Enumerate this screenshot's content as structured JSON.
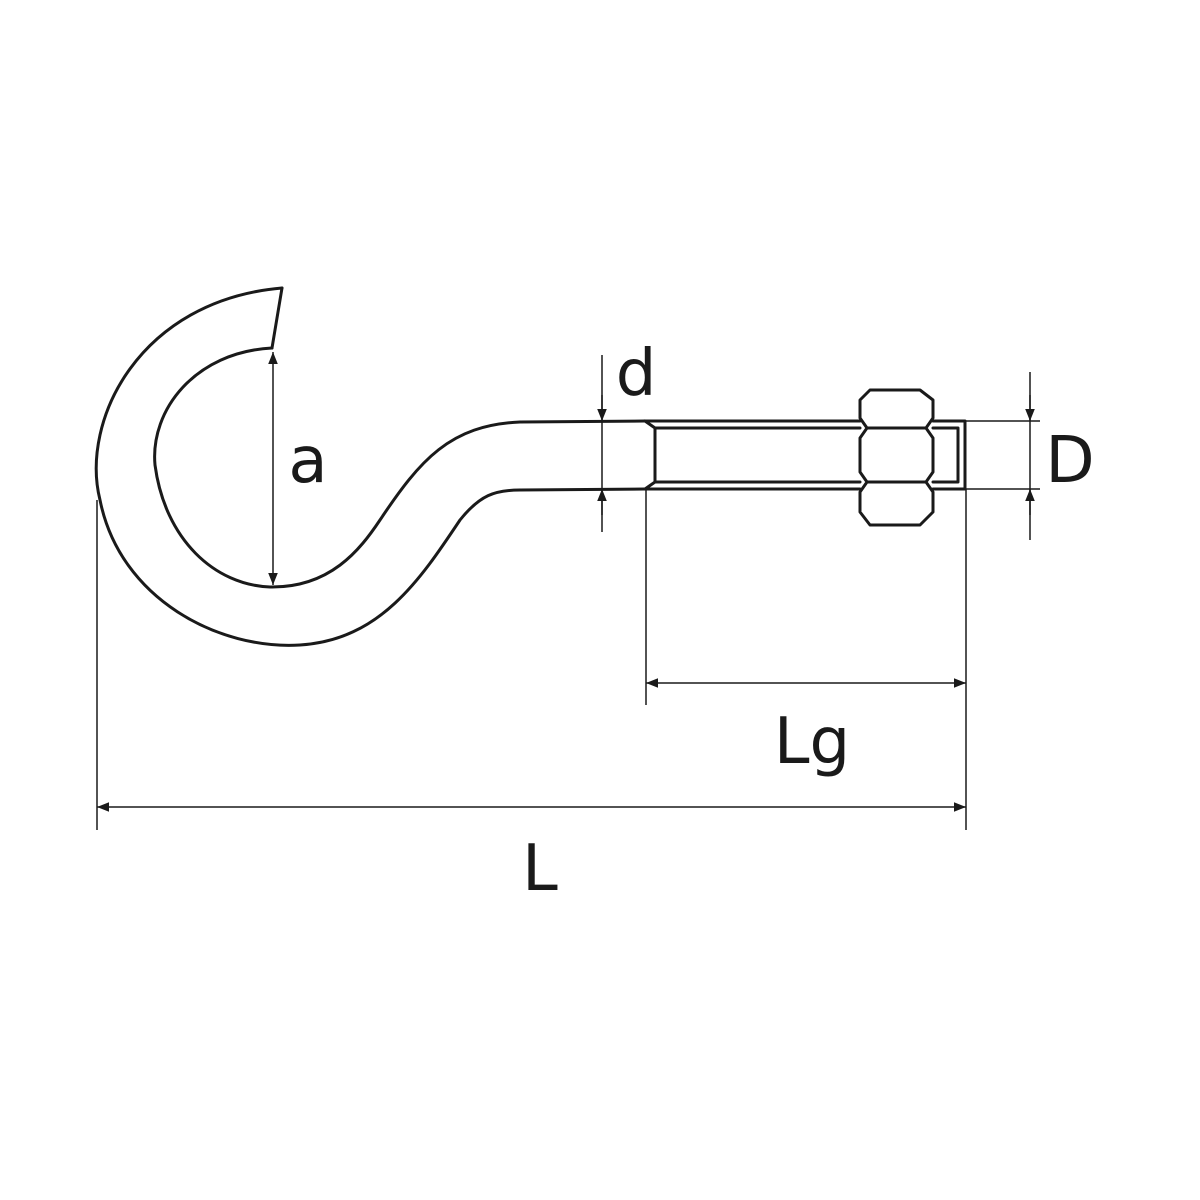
{
  "diagram": {
    "labels": {
      "a": "a",
      "d": "d",
      "D": "D",
      "Lg": "Lg",
      "L": "L"
    },
    "colors": {
      "stroke": "#1a1a1a",
      "background": "#ffffff"
    }
  }
}
